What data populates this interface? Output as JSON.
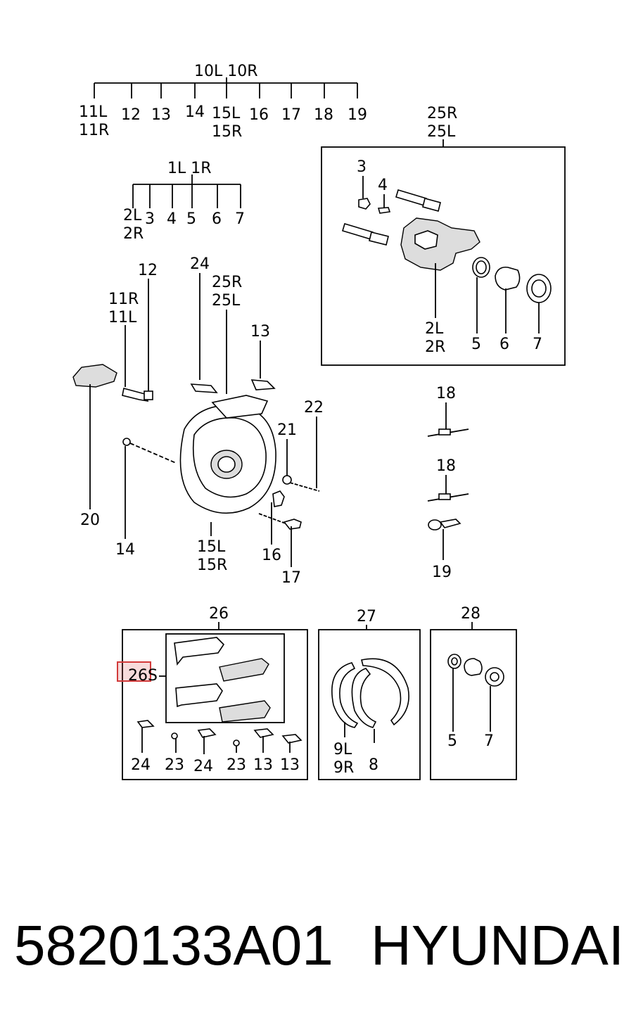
{
  "labels": {
    "a10L10R": "10L 10R",
    "a11L11R": [
      "11L",
      "11R"
    ],
    "a12": "12",
    "a13": "13",
    "a14": "14",
    "a15L15R": [
      "15L",
      "15R"
    ],
    "a16": "16",
    "a17": "17",
    "a18": "18",
    "a19": "19",
    "b1L1R": "1L 1R",
    "b2L2R": [
      "2L",
      "2R"
    ],
    "b3": "3",
    "b4": "4",
    "b5": "5",
    "b6": "6",
    "b7": "7",
    "c25R25L": [
      "25R",
      "25L"
    ],
    "c3": "3",
    "c4": "4",
    "c2L2R": [
      "2L",
      "2R"
    ],
    "c5": "5",
    "c6": "6",
    "c7": "7",
    "d12": "12",
    "d11R11L": [
      "11R",
      "11L"
    ],
    "d24": "24",
    "d25R25L": [
      "25R",
      "25L"
    ],
    "d13": "13",
    "d22": "22",
    "d21": "21",
    "d20": "20",
    "d14": "14",
    "d15L15R": [
      "15L",
      "15R"
    ],
    "d16": "16",
    "d17": "17",
    "d18a": "18",
    "d18b": "18",
    "d19": "19",
    "e26": "26",
    "e26S": "26S",
    "e24a": "24",
    "e23a": "23",
    "e24b": "24",
    "e23b": "23",
    "e13a": "13",
    "e13b": "13",
    "f27": "27",
    "f9L9R": [
      "9L",
      "9R"
    ],
    "f8": "8",
    "g28": "28",
    "g5": "5",
    "g7": "7"
  },
  "footer": {
    "part_number": "5820133A01",
    "brand": "HYUNDAI"
  },
  "colors": {
    "highlight": "#d23a3a"
  }
}
